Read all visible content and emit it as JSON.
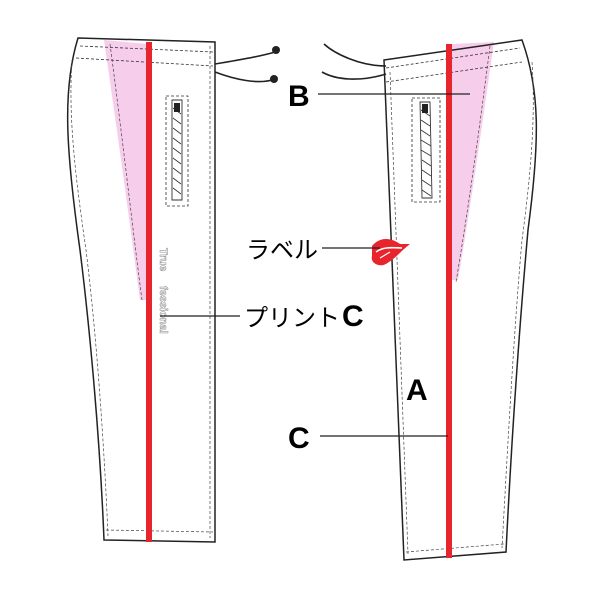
{
  "labels": {
    "b": "B",
    "label_jp": "ラベル",
    "print_prefix": "プリント",
    "print_suffix": "C",
    "a": "A",
    "c": "C"
  },
  "print_text": {
    "line1": "True",
    "line2": "fessional"
  },
  "colors": {
    "stripe": "#e8242c",
    "panel": "#f7cdec",
    "outline": "#222222",
    "background": "#ffffff"
  }
}
